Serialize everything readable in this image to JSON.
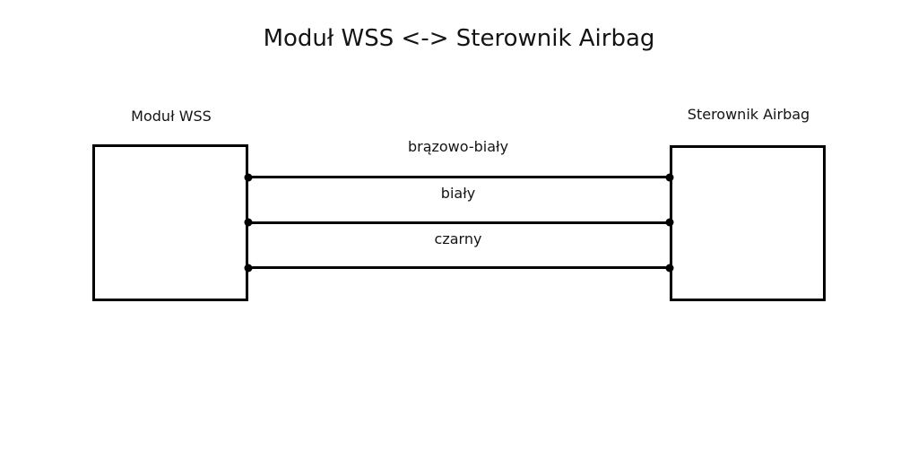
{
  "diagram": {
    "title": "Moduł WSS <-> Sterownik Airbag",
    "left_module": {
      "label": "Moduł WSS"
    },
    "right_module": {
      "label": "Sterownik Airbag"
    },
    "wires": [
      {
        "label": "brązowo-biały"
      },
      {
        "label": "biały"
      },
      {
        "label": "czarny"
      }
    ],
    "colors": {
      "line": "#000000",
      "text": "#141414",
      "background": "#ffffff"
    }
  }
}
